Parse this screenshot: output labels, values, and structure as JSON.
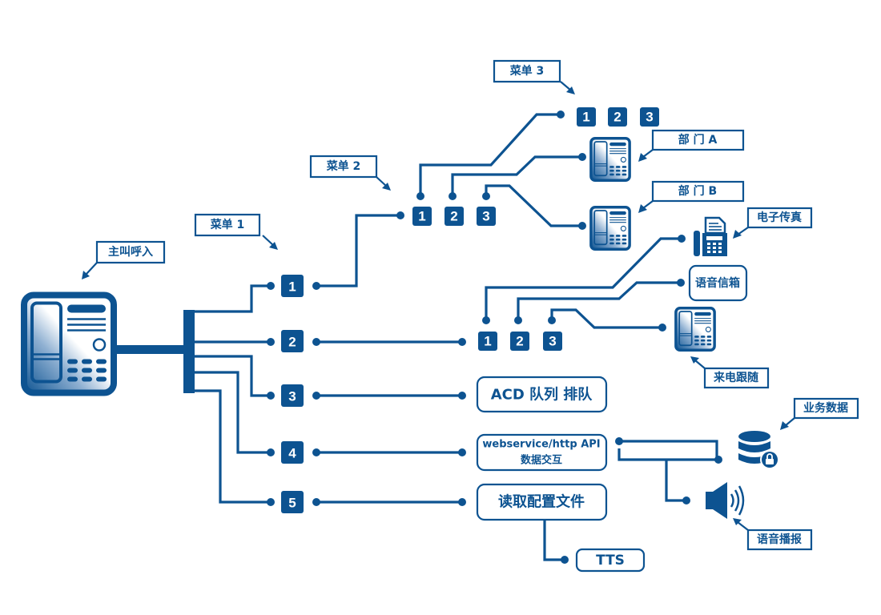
{
  "colors": {
    "primary": "#0d5391",
    "background": "#ffffff"
  },
  "callouts": {
    "incoming": "主叫呼入",
    "menu1": "菜单 1",
    "menu2": "菜单 2",
    "menu3": "菜单 3",
    "dept_a": "部 门 A",
    "dept_b": "部 门 B",
    "efax": "电子传真",
    "follow": "来电跟随",
    "biz_data": "业务数据",
    "voice_broadcast": "语音播报"
  },
  "menu1_keys": [
    "1",
    "2",
    "3",
    "4",
    "5"
  ],
  "menu2_keys": [
    "1",
    "2",
    "3"
  ],
  "menu3_keys": [
    "1",
    "2",
    "3"
  ],
  "submenu_keys": [
    "1",
    "2",
    "3"
  ],
  "nodes": {
    "voicemail": "语音信箱",
    "acd": "ACD 队列 排队",
    "api_line1": "webservice/http API",
    "api_line2": "数据交互",
    "config": "读取配置文件",
    "tts": "TTS"
  },
  "icons": {
    "main_phone": "desk-phone-icon",
    "dept_phone": "desk-phone-icon",
    "fax": "fax-icon",
    "database": "database-lock-icon",
    "speaker": "speaker-icon"
  }
}
